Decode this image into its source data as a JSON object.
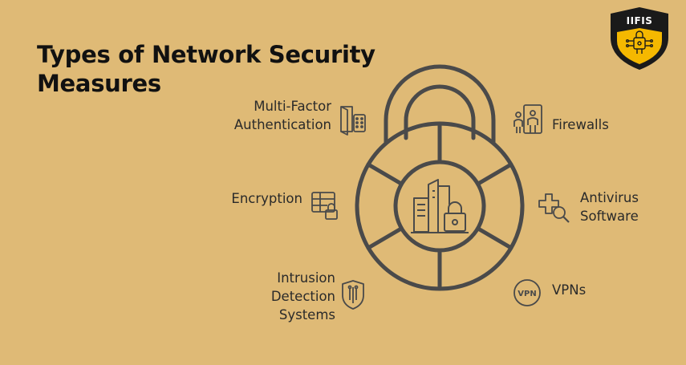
{
  "title": {
    "line1": "Types of Network Security",
    "line2": "Measures"
  },
  "brand": {
    "name": "IIFIS"
  },
  "items": {
    "mfa": {
      "line1": "Multi-Factor",
      "line2": "Authentication",
      "icon": "door-keypad-icon"
    },
    "encryption": {
      "line1": "Encryption",
      "icon": "database-lock-icon"
    },
    "ids": {
      "line1": "Intrusion",
      "line2": "Detection",
      "line3": "Systems",
      "icon": "circuit-shield-icon"
    },
    "firewalls": {
      "line1": "Firewalls",
      "icon": "security-gate-icon"
    },
    "antivirus": {
      "line1": "Antivirus",
      "line2": "Software",
      "icon": "medical-cross-search-icon"
    },
    "vpns": {
      "line1": "VPNs",
      "icon": "vpn-badge-icon"
    }
  },
  "colors": {
    "background": "#dfba76",
    "stroke": "#4a4a4a",
    "title": "#111111",
    "logo_dark": "#1a1a1a",
    "logo_accent": "#f5b800"
  }
}
